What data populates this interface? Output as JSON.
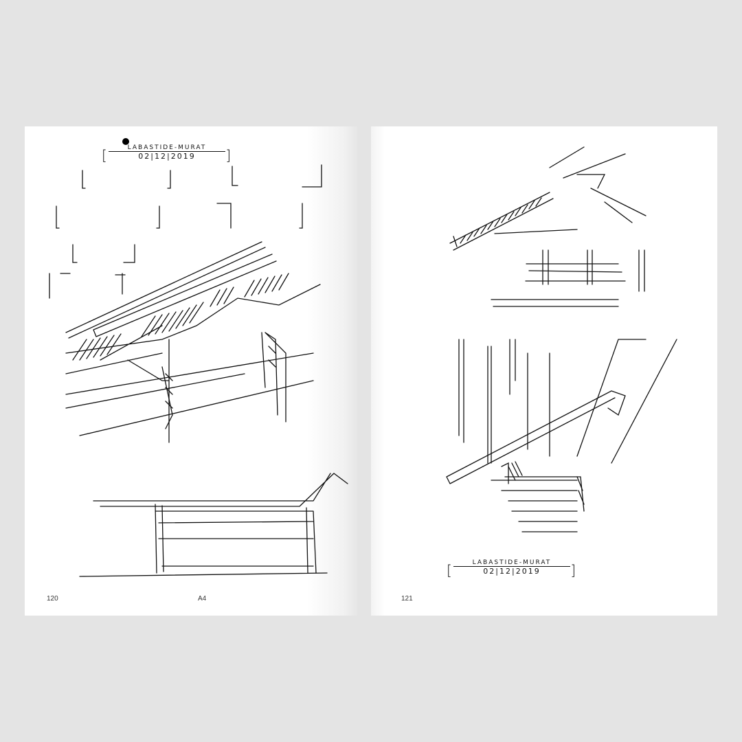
{
  "left_page": {
    "page_number": "120",
    "format_label": "A4",
    "sketch_caption": {
      "place": "LABASTIDE-MURAT",
      "date": "02|12|2019"
    }
  },
  "right_page": {
    "page_number": "121",
    "sketch_caption": {
      "place": "LABASTIDE-MURAT",
      "date": "02|12|2019"
    }
  }
}
